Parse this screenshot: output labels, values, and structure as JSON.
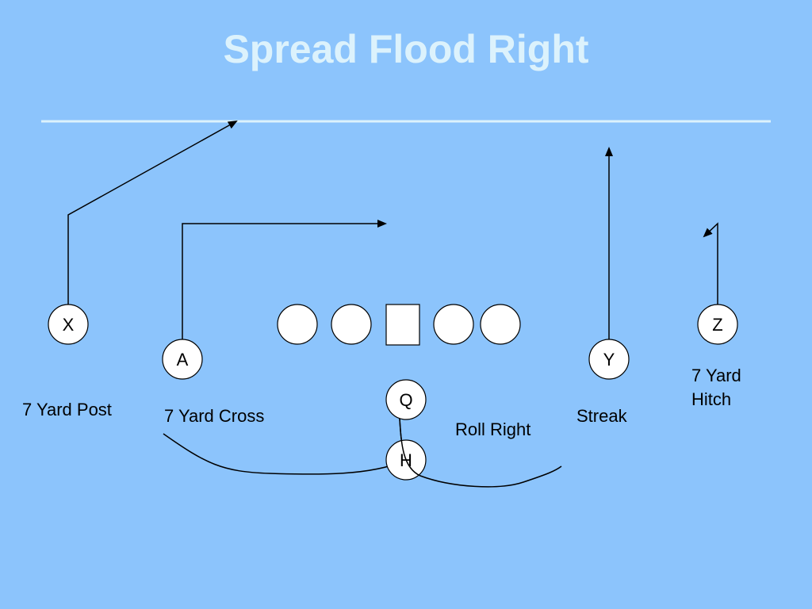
{
  "slide": {
    "title": "Spread Flood Right",
    "line_color": "#dcf2fc",
    "background_color": "#8cc4fc"
  },
  "players": {
    "x": "X",
    "a": "A",
    "y": "Y",
    "z": "Z",
    "q": "Q",
    "h": "H"
  },
  "routes": {
    "x_label": "7 Yard Post",
    "a_label": "7 Yard Cross",
    "y_label": "Streak",
    "z_label_line1": "7 Yard",
    "z_label_line2": "Hitch",
    "q_label": "Roll Right"
  },
  "icons": {
    "player_marker": "circle-icon",
    "center_marker": "square-icon",
    "arrowhead": "arrowhead-icon"
  }
}
